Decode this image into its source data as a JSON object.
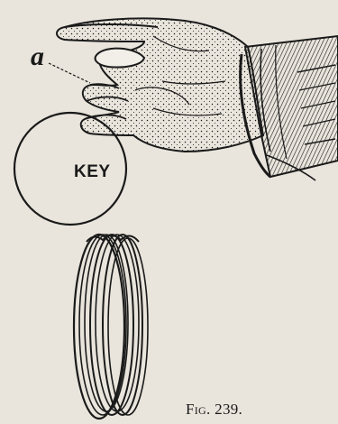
{
  "figure": {
    "point_label": "a",
    "ring_label": "KEY",
    "caption_prefix": "Fig.",
    "caption_number": "239."
  },
  "colors": {
    "paper": "#e9e5dc",
    "ink": "#1a1a1a"
  },
  "icons": [
    "hand-icon",
    "cuff-icon",
    "key-ring-icon",
    "linked-rings-icon",
    "pointer-line-icon"
  ]
}
